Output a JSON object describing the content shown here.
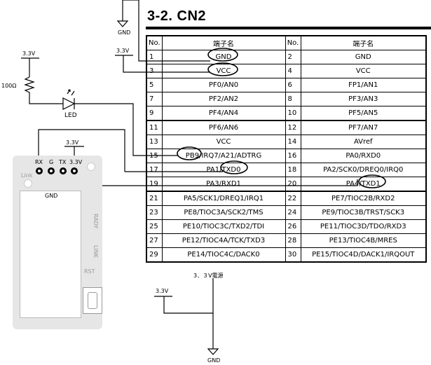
{
  "title": "3-2.  CN2",
  "table": {
    "headers": [
      "No.",
      "端子名",
      "No.",
      "端子名"
    ],
    "rows": [
      [
        "1",
        "GND",
        "2",
        "GND"
      ],
      [
        "3",
        "VCC",
        "4",
        "VCC"
      ],
      [
        "5",
        "PF0/AN0",
        "6",
        "FP1/AN1"
      ],
      [
        "7",
        "PF2/AN2",
        "8",
        "PF3/AN3"
      ],
      [
        "9",
        "PF4/AN4",
        "10",
        "PF5/AN5"
      ],
      [
        "11",
        "PF6/AN6",
        "12",
        "PF7/AN7"
      ],
      [
        "13",
        "VCC",
        "14",
        "AVref"
      ],
      [
        "15",
        "PB9/IRQ7/A21/ADTRG",
        "16",
        "PA0/RXD0"
      ],
      [
        "17",
        "PA1/TXD0",
        "18",
        "PA2/SCK0/DREQ0/IRQ0"
      ],
      [
        "19",
        "PA3/RXD1",
        "20",
        "PA4/TXD1"
      ],
      [
        "21",
        "PA5/SCK1/DREQ1/IRQ1",
        "22",
        "PE7/TIOC2B/RXD2"
      ],
      [
        "23",
        "PE8/TIOC3A/SCK2/TMS",
        "24",
        "PE9/TIOC3B/TRST/SCK3"
      ],
      [
        "25",
        "PE10/TIOC3C/TXD2/TDI",
        "26",
        "PE11/TIOC3D/TDO/RXD3"
      ],
      [
        "27",
        "PE12/TIOC4A/TCK/TXD3",
        "28",
        "PE13/TIOC4B/MRES"
      ],
      [
        "29",
        "PE14/TIOC4C/DACK0",
        "30",
        "PE15/TIOC4D/DACK1/IRQOUT"
      ]
    ]
  },
  "labels": {
    "gnd_top": "GND",
    "v33_left": "3.3V",
    "v33_mid": "3.3V",
    "resistor": "100Ω",
    "v33_led": "3.3V",
    "led": "LED",
    "v33_board": "3.3V",
    "gnd_board": "GND",
    "pin_rx": "RX",
    "pin_g": "G",
    "pin_tx": "TX",
    "pin_33": "3.3V",
    "power_title": "3．３V電源",
    "power_v33": "3.3V",
    "power_gnd": "GND",
    "board_link": "Link",
    "board_rady": "RADY",
    "board_link2": "LINK",
    "board_rst": "RST"
  }
}
